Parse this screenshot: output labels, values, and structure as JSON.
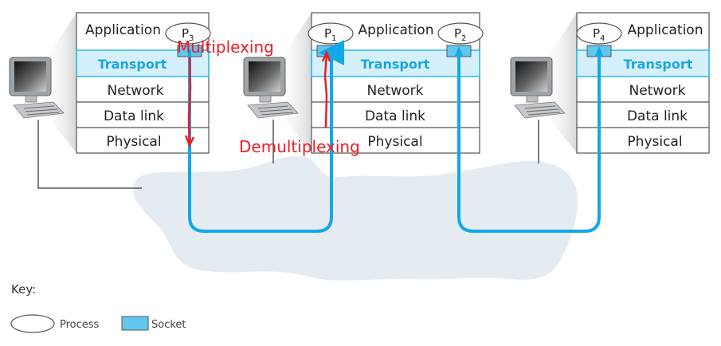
{
  "diagram": {
    "title": "Transport-layer multiplexing and demultiplexing",
    "layers": [
      "Application",
      "Transport",
      "Network",
      "Data link",
      "Physical"
    ],
    "hosts": [
      {
        "id": "host-left",
        "processes": [
          {
            "label": "P",
            "sub": "3"
          }
        ]
      },
      {
        "id": "host-middle",
        "processes": [
          {
            "label": "P",
            "sub": "1"
          },
          {
            "label": "P",
            "sub": "2"
          }
        ]
      },
      {
        "id": "host-right",
        "processes": [
          {
            "label": "P",
            "sub": "4"
          }
        ]
      }
    ],
    "annotations": {
      "multiplexing": "Multiplexing",
      "demultiplexing": "Demultiplexing"
    },
    "key": {
      "title": "Key:",
      "process_label": "Process",
      "socket_label": "Socket"
    },
    "colors": {
      "transport_fill": "#d6f0fb",
      "transport_border": "#29b6ea",
      "transport_text": "#1aa6e0",
      "socket_fill": "#62c6ef",
      "path_line": "#12a8e8",
      "annotation": "#ee1c25",
      "cloud": "#e4ecf1"
    }
  }
}
